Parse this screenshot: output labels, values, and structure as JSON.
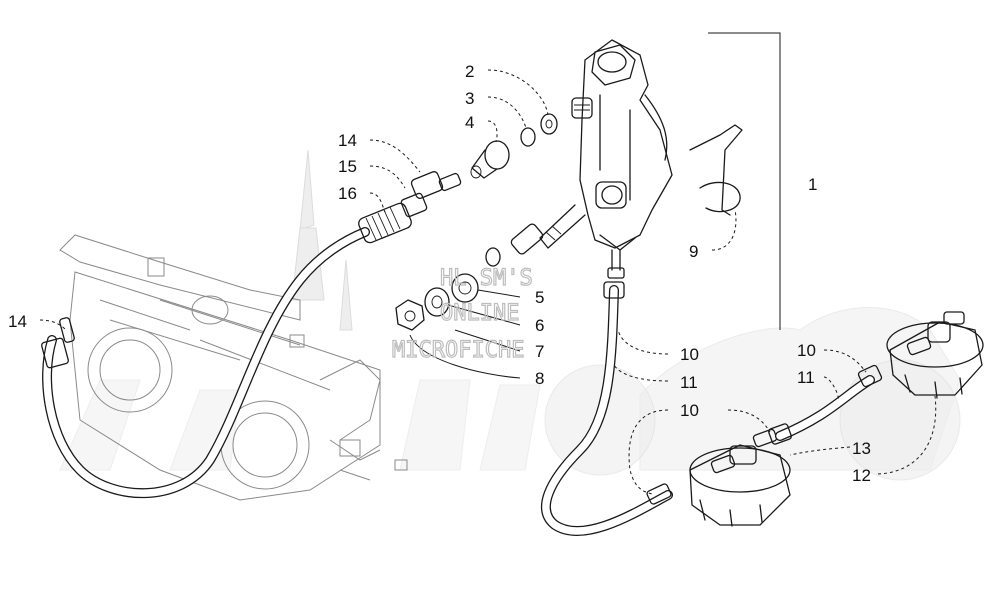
{
  "watermark": {
    "line1": "HL  SM'S",
    "line2": "ONLINE",
    "line3": "MICROFICHE"
  },
  "callouts": [
    {
      "id": "c1",
      "text": "1"
    },
    {
      "id": "c2",
      "text": "2"
    },
    {
      "id": "c3",
      "text": "3"
    },
    {
      "id": "c4",
      "text": "4"
    },
    {
      "id": "c5",
      "text": "5"
    },
    {
      "id": "c6",
      "text": "6"
    },
    {
      "id": "c7",
      "text": "7"
    },
    {
      "id": "c8",
      "text": "8"
    },
    {
      "id": "c9",
      "text": "9"
    },
    {
      "id": "c10a",
      "text": "10"
    },
    {
      "id": "c10b",
      "text": "10"
    },
    {
      "id": "c10c",
      "text": "10"
    },
    {
      "id": "c11a",
      "text": "11"
    },
    {
      "id": "c11b",
      "text": "11"
    },
    {
      "id": "c12",
      "text": "12"
    },
    {
      "id": "c13",
      "text": "13"
    },
    {
      "id": "c14a",
      "text": "14"
    },
    {
      "id": "c14b",
      "text": "14"
    },
    {
      "id": "c15",
      "text": "15"
    },
    {
      "id": "c16",
      "text": "16"
    }
  ]
}
